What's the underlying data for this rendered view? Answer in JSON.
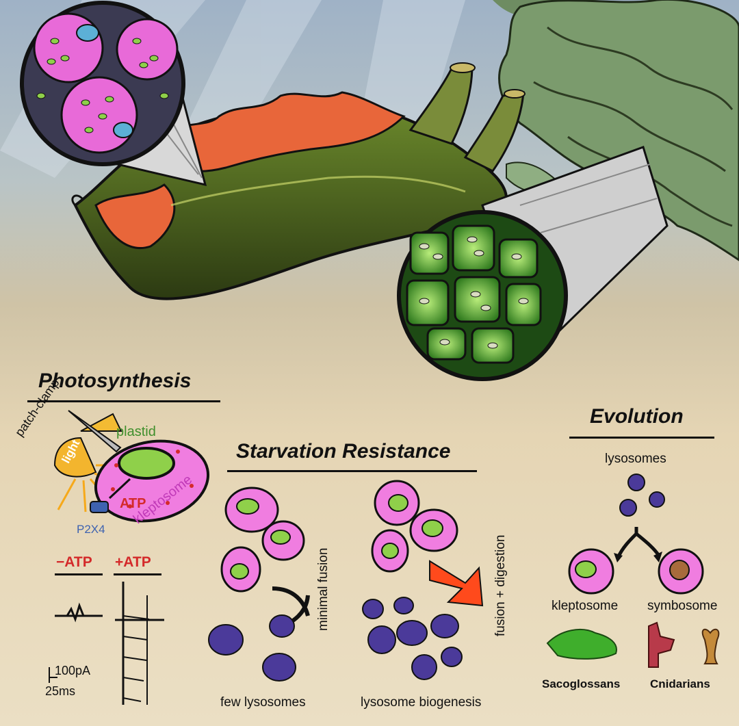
{
  "photosynthesis": {
    "title": "Photosynthesis",
    "patch_clamp": "patch-clamp",
    "light": "light",
    "plastid": "plastid",
    "atp": "ATP",
    "kleptosome": "kleptosome",
    "p2x4": "P2X4",
    "minus_atp": "−ATP",
    "plus_atp": "+ATP",
    "scale_current": "100pA",
    "scale_time": "25ms"
  },
  "starvation": {
    "title": "Starvation Resistance",
    "minimal_fusion": "minimal fusion",
    "fusion_digestion": "fusion + digestion",
    "few_lysosomes": "few lysosomes",
    "lysosome_biogenesis": "lysosome biogenesis"
  },
  "evolution": {
    "title": "Evolution",
    "lysosomes": "lysosomes",
    "kleptosome": "kleptosome",
    "symbosome": "symbosome",
    "sacoglossans": "Sacoglossans",
    "cnidarians": "Cnidarians"
  },
  "colors": {
    "ink": "#111111",
    "atp_red": "#d42a2a",
    "plastid_green": "#3f8f2c",
    "kleptosome_magenta": "#c03ab8",
    "p2x4_blue": "#3e62b0",
    "lysosome_purple": "#4b3a9a",
    "vacuole_pink": "#f07de0",
    "arrow_orange": "#ff4a1c",
    "light_yellow": "#f6a91a"
  },
  "icons": [
    "sea-slug-illustration",
    "algae-illustration",
    "magnifier-cone",
    "lysosome-circle",
    "kleptosome-circle",
    "symbosome-circle",
    "arrow-icon"
  ]
}
